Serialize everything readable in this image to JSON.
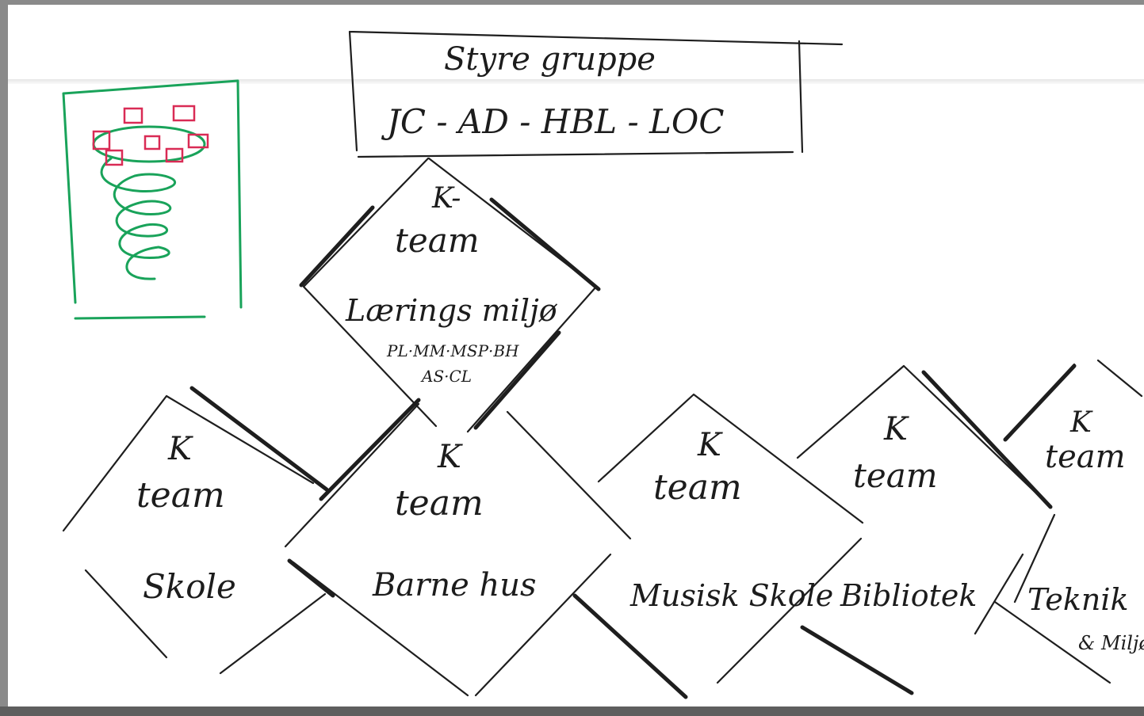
{
  "steering_group": {
    "title": "Styre gruppe",
    "members": "JC - AD - HBL - LOC"
  },
  "learning_team": {
    "prefix": "K-",
    "team": "team",
    "name": "Lærings miljø",
    "members_line1": "PL·MM·MSP·BH",
    "members_line2": "AS·CL"
  },
  "teams": [
    {
      "prefix": "K",
      "team": "team",
      "name": "Skole"
    },
    {
      "prefix": "K",
      "team": "team",
      "name": "Barne hus"
    },
    {
      "prefix": "K",
      "team": "team",
      "name": "Musisk Skole"
    },
    {
      "prefix": "K",
      "team": "team",
      "name": "Bibliotek"
    },
    {
      "prefix": "K",
      "team": "team",
      "name": "Teknik",
      "name_suffix": "& Miljø"
    }
  ],
  "colors": {
    "ink": "#1e1e1e",
    "spiral": "#19a35a",
    "squares": "#d92b55"
  },
  "icons": [
    "spiral-sketch-icon"
  ]
}
